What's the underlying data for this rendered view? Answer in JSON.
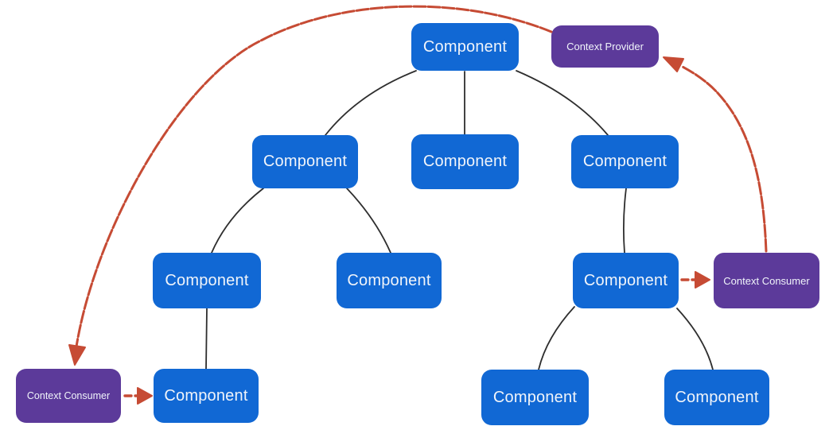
{
  "diagram": {
    "type": "component-tree-with-context-flow",
    "colors": {
      "component_fill": "#1168d4",
      "context_fill": "#5c3a9a",
      "arrow": "#c64b34",
      "tree_line": "#2e2e2e",
      "label_text": "#f0f4fa",
      "background": "#ffffff"
    },
    "nodes": [
      {
        "id": "component-root",
        "label": "Component",
        "type": "component"
      },
      {
        "id": "context-provider",
        "label": "Context Provider",
        "type": "context"
      },
      {
        "id": "component-l2-left",
        "label": "Component",
        "type": "component"
      },
      {
        "id": "component-l2-mid",
        "label": "Component",
        "type": "component"
      },
      {
        "id": "component-l2-right",
        "label": "Component",
        "type": "component"
      },
      {
        "id": "component-l3-left",
        "label": "Component",
        "type": "component"
      },
      {
        "id": "component-l3-mid",
        "label": "Component",
        "type": "component"
      },
      {
        "id": "component-l3-right",
        "label": "Component",
        "type": "component"
      },
      {
        "id": "context-consumer-right",
        "label": "Context Consumer",
        "type": "context"
      },
      {
        "id": "context-consumer-left",
        "label": "Context Consumer",
        "type": "context"
      },
      {
        "id": "component-l4-left",
        "label": "Component",
        "type": "component"
      },
      {
        "id": "component-l4-mid",
        "label": "Component",
        "type": "component"
      },
      {
        "id": "component-l4-right",
        "label": "Component",
        "type": "component"
      }
    ],
    "tree_edges": [
      {
        "from": "component-root",
        "to": "component-l2-left"
      },
      {
        "from": "component-root",
        "to": "component-l2-mid"
      },
      {
        "from": "component-root",
        "to": "component-l2-right"
      },
      {
        "from": "component-l2-left",
        "to": "component-l3-left"
      },
      {
        "from": "component-l2-left",
        "to": "component-l3-mid"
      },
      {
        "from": "component-l2-right",
        "to": "component-l3-right"
      },
      {
        "from": "component-l3-left",
        "to": "component-l4-left"
      },
      {
        "from": "component-l3-right",
        "to": "component-l4-mid"
      },
      {
        "from": "component-l3-right",
        "to": "component-l4-right"
      }
    ],
    "context_arrows": [
      {
        "from": "context-provider",
        "to": "context-consumer-left",
        "style": "long-curved-arrow"
      },
      {
        "from": "context-consumer-left",
        "to": "component-l4-left",
        "style": "short-dashed-arrow"
      },
      {
        "from": "component-l3-right",
        "to": "context-consumer-right",
        "style": "short-dashed-arrow"
      },
      {
        "from": "context-consumer-right",
        "to": "context-provider",
        "style": "long-curved-arrow"
      }
    ]
  }
}
